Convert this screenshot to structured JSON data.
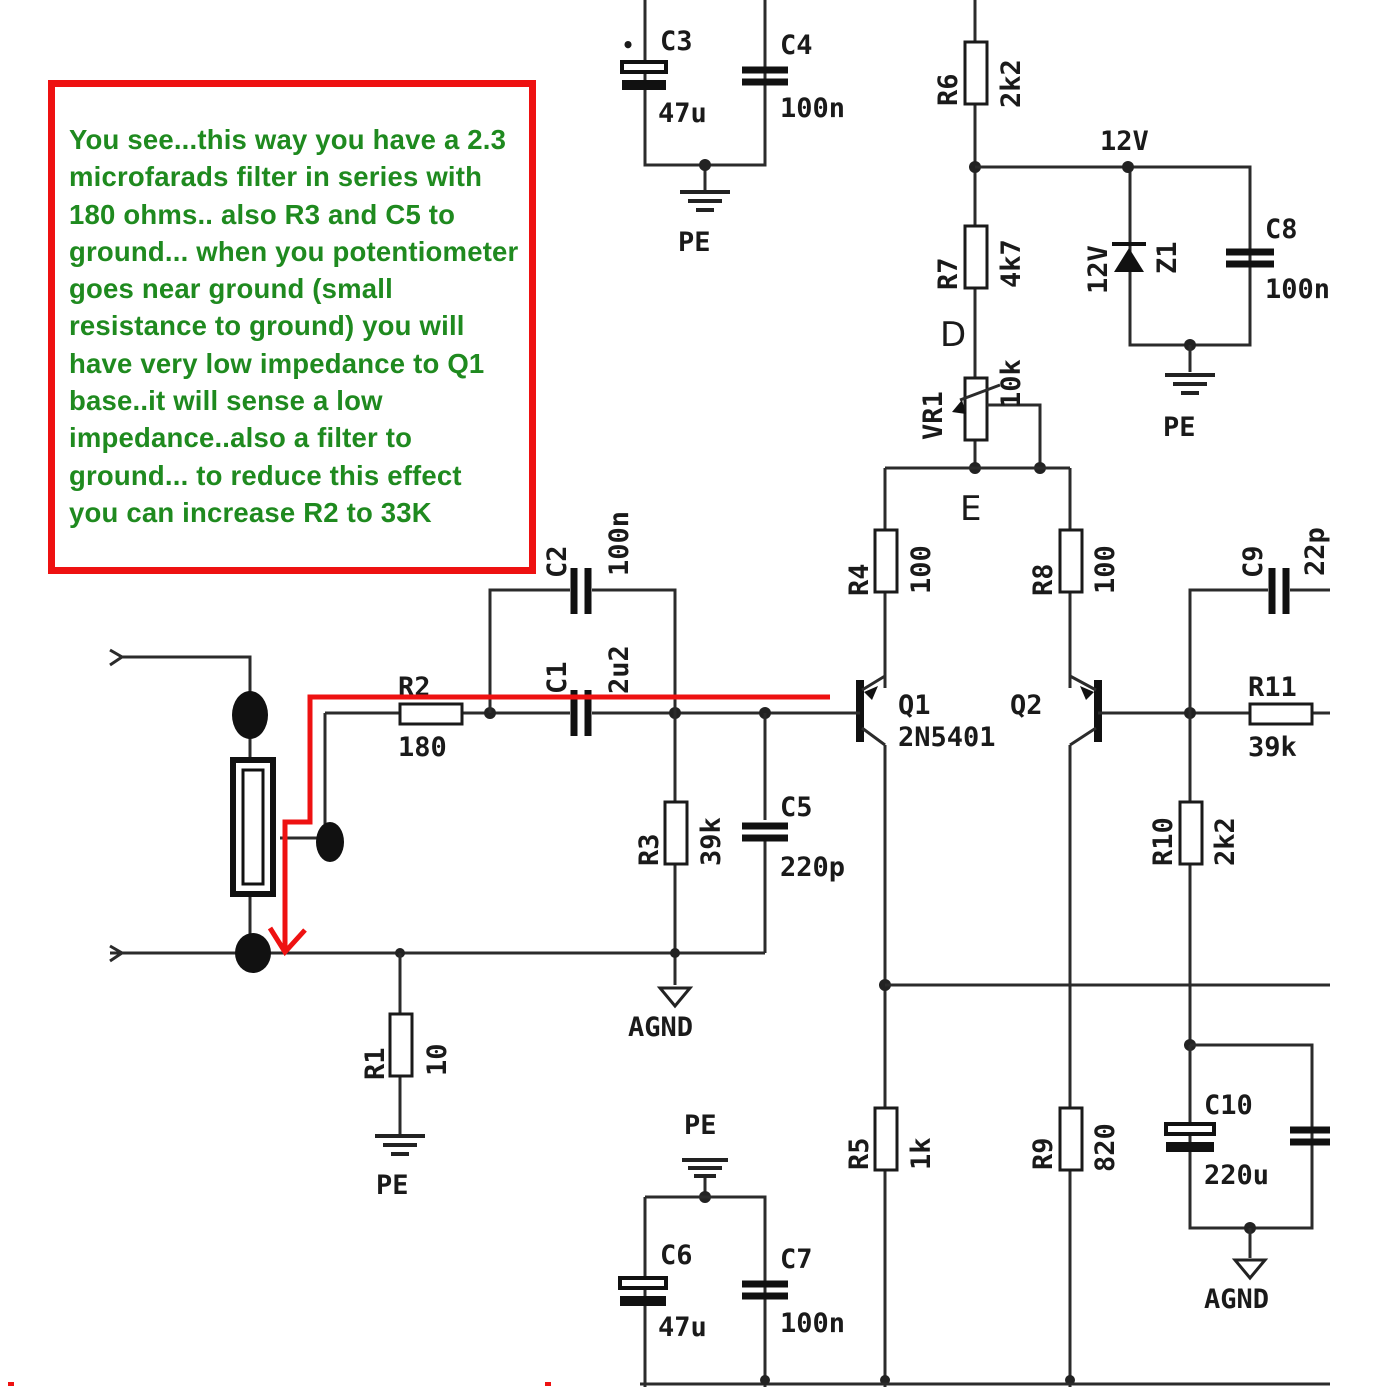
{
  "annotation": {
    "text": "You see...this way you have a 2.3 microfarads filter in series with 180 ohms.. also R3 and C5 to ground... when you potentiometer goes near ground (small resistance to ground) you will have very low impedance to Q1 base..it will sense a low impedance..also a filter to ground... to reduce this effect you can increase R2 to 33K",
    "text_color": "#1f8a1f",
    "border_color": "#ee1111"
  },
  "highlight": {
    "color": "#ee1111"
  },
  "components": {
    "c3": {
      "name": "C3",
      "value": "47u"
    },
    "c4": {
      "name": "C4",
      "value": "100n"
    },
    "r6": {
      "name": "R6",
      "value": "2k2"
    },
    "r7": {
      "name": "R7",
      "value": "4k7"
    },
    "c8": {
      "name": "C8",
      "value": "100n"
    },
    "z1": {
      "name": "Z1",
      "value": "12V"
    },
    "vr1": {
      "name": "VR1",
      "value": "10k"
    },
    "r4": {
      "name": "R4",
      "value": "100"
    },
    "r8": {
      "name": "R8",
      "value": "100"
    },
    "c2": {
      "name": "C2",
      "value": "100n"
    },
    "c1": {
      "name": "C1",
      "value": "2u2"
    },
    "r2": {
      "name": "R2",
      "value": "180"
    },
    "q1": {
      "name": "Q1",
      "value": "2N5401"
    },
    "q2": {
      "name": "Q2"
    },
    "c9": {
      "name": "C9",
      "value": "22p"
    },
    "r11": {
      "name": "R11",
      "value": "39k"
    },
    "r3": {
      "name": "R3",
      "value": "39k"
    },
    "c5": {
      "name": "C5",
      "value": "220p"
    },
    "r10": {
      "name": "R10",
      "value": "2k2"
    },
    "r1": {
      "name": "R1",
      "value": "10"
    },
    "r5": {
      "name": "R5",
      "value": "1k"
    },
    "r9": {
      "name": "R9",
      "value": "820"
    },
    "c10": {
      "name": "C10",
      "value": "220u"
    },
    "c6": {
      "name": "C6",
      "value": "47u"
    },
    "c7": {
      "name": "C7",
      "value": "100n"
    }
  },
  "nets": {
    "supply_12v": "12V",
    "node_d": "D",
    "node_e": "E",
    "gnd_pe": "PE",
    "gnd_agnd": "AGND"
  }
}
